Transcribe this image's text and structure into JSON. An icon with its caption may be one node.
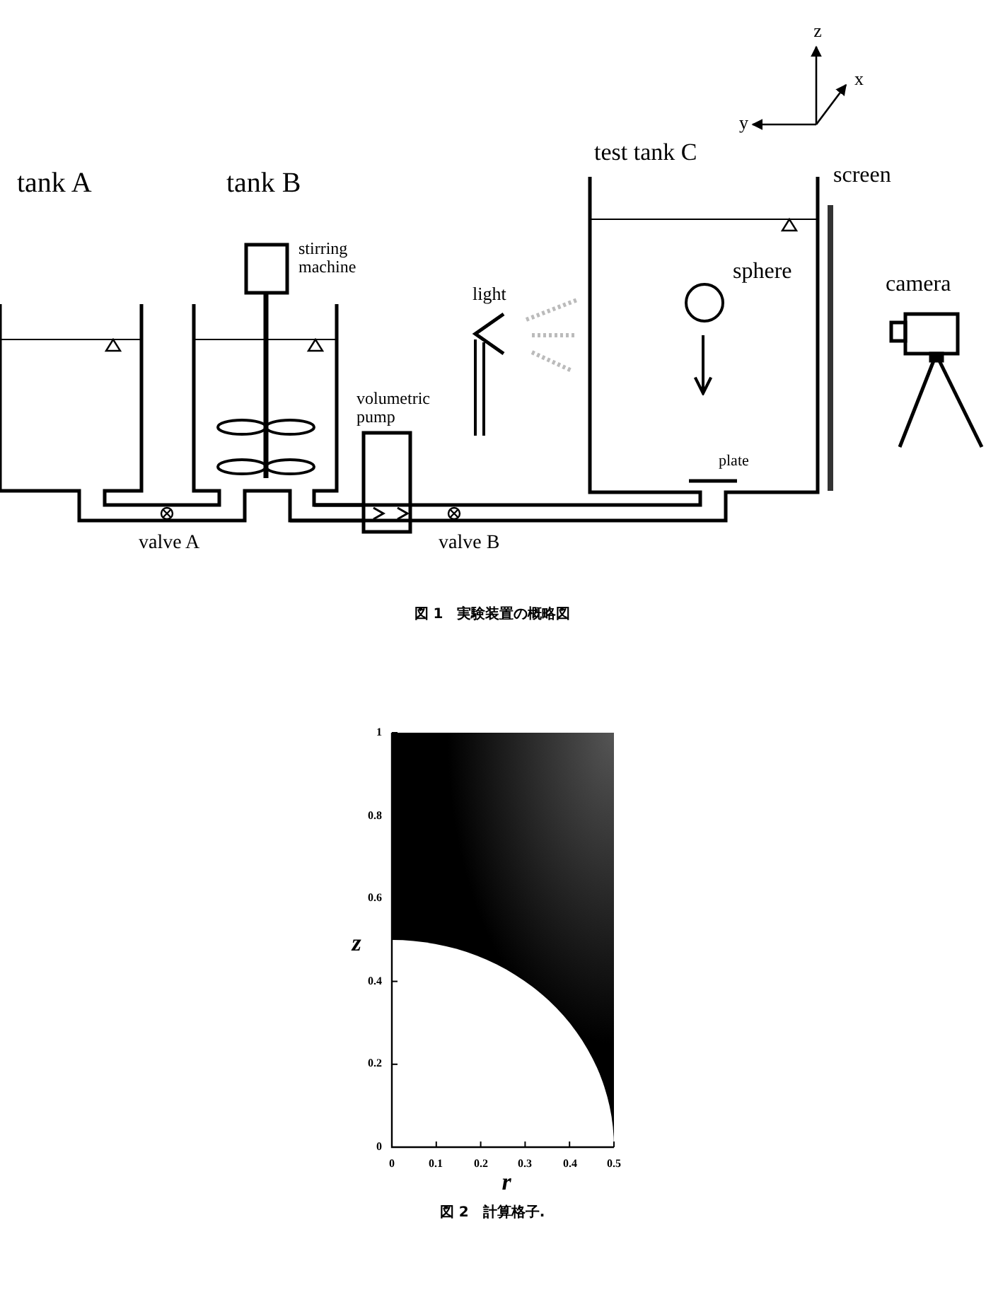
{
  "diagram": {
    "labels": [
      "z",
      "x",
      "y",
      "test tank C",
      "tank A",
      "tank B",
      "screen",
      "stirring machine",
      "light",
      "sphere",
      "camera",
      "volumetric pump",
      "plate",
      "valve A",
      "valve B",
      "図 1　実験装置の概略図",
      "1",
      "0.8",
      "0.6",
      "z",
      "0.4",
      "0.2",
      "0",
      "0",
      "0.1",
      "0.2",
      "0.3",
      "0.4",
      "0.5",
      "r",
      "図 2　計算格子."
    ]
  }
}
